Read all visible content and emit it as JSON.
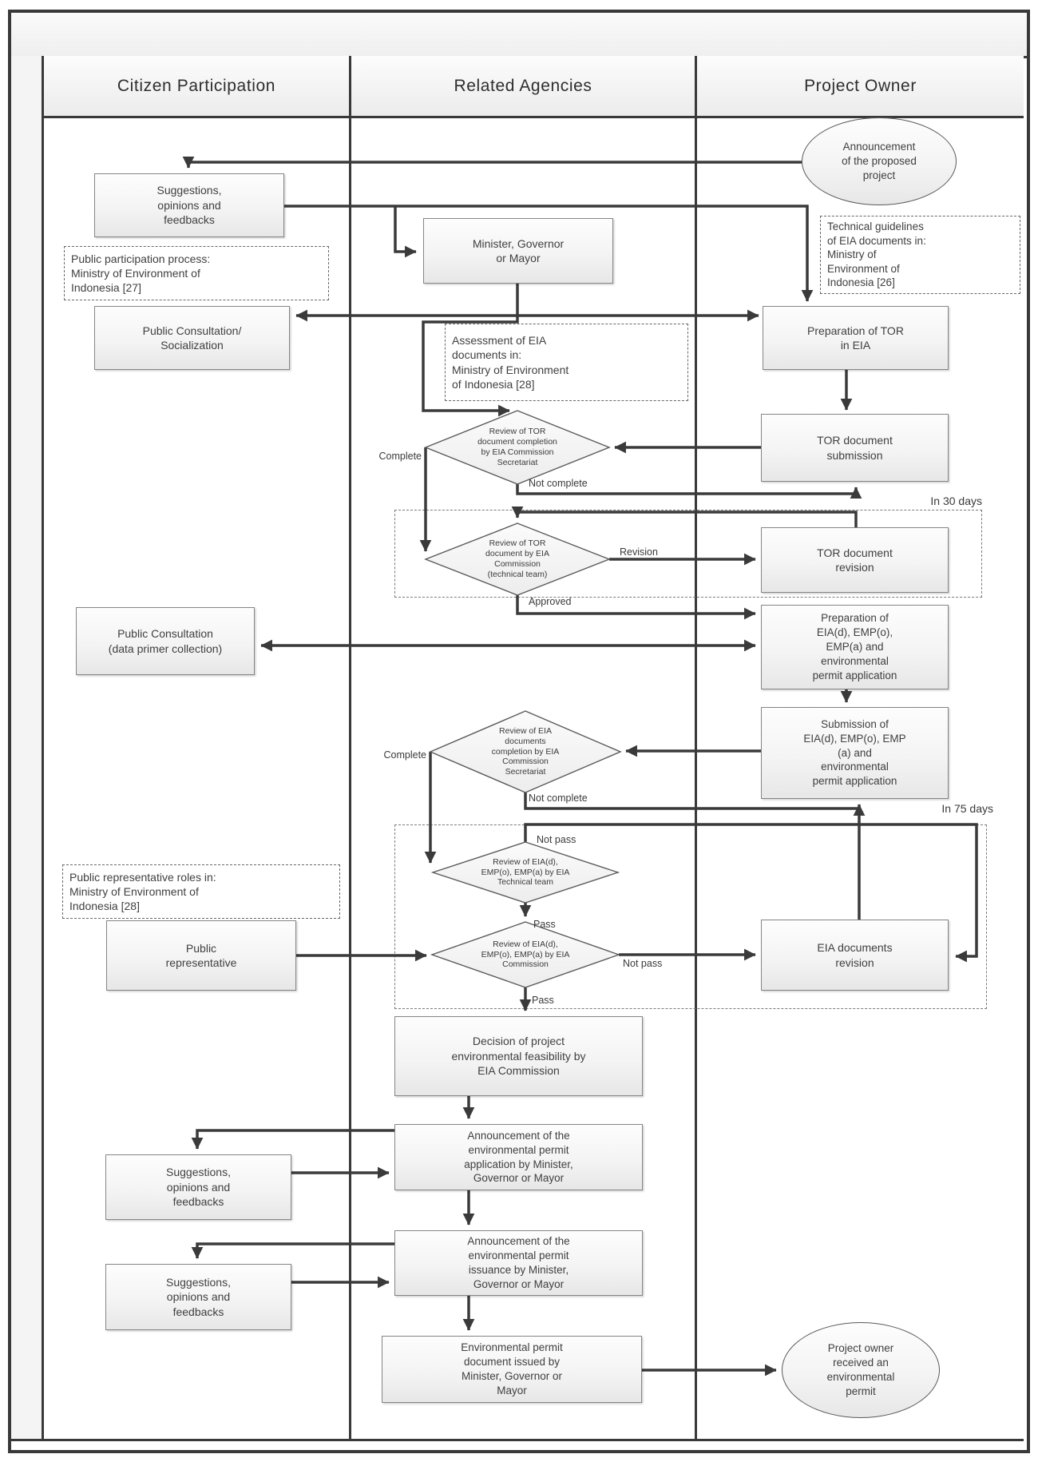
{
  "title_band": "",
  "lanes": [
    {
      "title": "Citizen Participation"
    },
    {
      "title": "Related Agencies"
    },
    {
      "title": "Project Owner"
    }
  ],
  "colors": {
    "line": "#3a3a3a",
    "box_border": "#858585",
    "box_fill": "#f2f2f2",
    "dashed_border": "#686868",
    "text": "#3f3f3f"
  },
  "nodes": {
    "announcement_start": {
      "type": "ellipse",
      "label": "Announcement\nof the proposed\nproject"
    },
    "suggestions_1": {
      "type": "process",
      "label": "Suggestions,\nopinions and\nfeedbacks"
    },
    "public_participation_note": {
      "type": "note",
      "label": "Public participation process:\nMinistry of Environment of\nIndonesia [27]"
    },
    "minister": {
      "type": "process",
      "label": "Minister, Governor\nor Mayor"
    },
    "technical_guidelines_note": {
      "type": "note",
      "label": "Technical guidelines\nof EIA documents in:\nMinistry of\nEnvironment of\nIndonesia [26]"
    },
    "public_consultation_socialization": {
      "type": "process",
      "label": "Public Consultation/\nSocialization"
    },
    "assessment_note": {
      "type": "note",
      "label": "Assessment of EIA\ndocuments in:\nMinistry of Environment\nof Indonesia [28]"
    },
    "preparation_tor": {
      "type": "process",
      "label": "Preparation of TOR\nin EIA"
    },
    "tor_submission": {
      "type": "process",
      "label": "TOR document\nsubmission"
    },
    "review_tor_completion": {
      "type": "decision",
      "label": "Review of TOR\ndocument completion\nby EIA Commission\nSecretariat"
    },
    "review_tor_commission": {
      "type": "decision",
      "label": "Review of TOR\ndocument by EIA\nCommission\n(technical team)"
    },
    "tor_revision": {
      "type": "process",
      "label": "TOR document\nrevision"
    },
    "preparation_eia": {
      "type": "process",
      "label": "Preparation of\nEIA(d), EMP(o),\nEMP(a) and\nenvironmental\npermit application"
    },
    "public_consultation_data": {
      "type": "process",
      "label": "Public Consultation\n(data primer collection)"
    },
    "submission_eia": {
      "type": "process",
      "label": "Submission of\nEIA(d), EMP(o), EMP\n(a) and\nenvironmental\npermit application"
    },
    "review_eia_completion": {
      "type": "decision",
      "label": "Review of EIA\ndocuments\ncompletion by EIA\nCommission\nSecretariat"
    },
    "review_eia_technical": {
      "type": "decision",
      "label": "Review of EIA(d),\nEMP(o), EMP(a) by EIA\nTechnical team"
    },
    "review_eia_commission": {
      "type": "decision",
      "label": "Review of EIA(d),\nEMP(o), EMP(a) by EIA\nCommission"
    },
    "eia_revision": {
      "type": "process",
      "label": "EIA documents\nrevision"
    },
    "public_rep_note": {
      "type": "note",
      "label": "Public representative roles in:\nMinistry of Environment of\nIndonesia [28]"
    },
    "public_representative": {
      "type": "process",
      "label": "Public\nrepresentative"
    },
    "decision_feasibility": {
      "type": "process",
      "label": "Decision of project\nenvironmental feasibility by\nEIA Commission"
    },
    "announce_application": {
      "type": "process",
      "label": "Announcement of the\nenvironmental permit\napplication by Minister,\nGovernor or Mayor"
    },
    "suggestions_2": {
      "type": "process",
      "label": "Suggestions,\nopinions and\nfeedbacks"
    },
    "announce_issuance": {
      "type": "process",
      "label": "Announcement of the\nenvironmental permit\nissuance by Minister,\nGovernor or Mayor"
    },
    "suggestions_3": {
      "type": "process",
      "label": "Suggestions,\nopinions and\nfeedbacks"
    },
    "permit_issued": {
      "type": "process",
      "label": "Environmental permit\ndocument issued by\nMinister, Governor or\nMayor"
    },
    "permit_received": {
      "type": "ellipse",
      "label": "Project owner\nreceived an\nenvironmental\npermit"
    }
  },
  "edge_labels": {
    "complete_1": "Complete",
    "not_complete_1": "Not complete",
    "in_30_days": "In 30 days",
    "revision": "Revision",
    "approved": "Approved",
    "complete_2": "Complete",
    "not_complete_2": "Not complete",
    "in_75_days": "In 75 days",
    "not_pass_1": "Not pass",
    "pass_1": "Pass",
    "not_pass_2": "Not pass",
    "pass_2": "Pass"
  }
}
